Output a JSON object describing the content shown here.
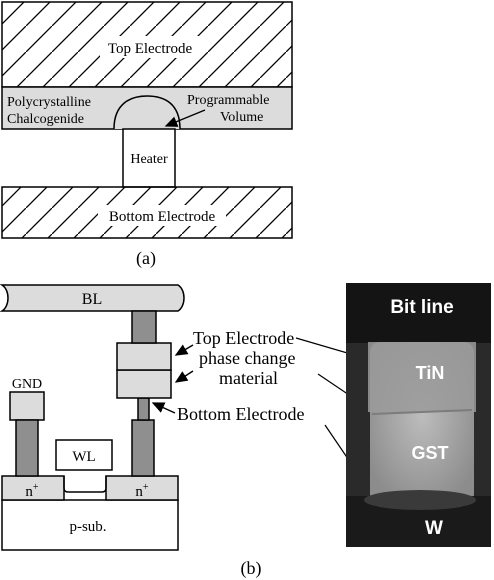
{
  "figure_a": {
    "top_electrode": "Top Electrode",
    "polycrystalline_line1": "Polycrystalline",
    "polycrystalline_line2": "Chalcogenide",
    "programmable_line1": "Programmable",
    "programmable_line2": "Volume",
    "heater": "Heater",
    "bottom_electrode": "Bottom Electrode",
    "caption": "(a)"
  },
  "figure_b": {
    "bl": "BL",
    "gnd": "GND",
    "wl": "WL",
    "n_plus_base": "n",
    "n_plus_sup": "+",
    "p_sub": "p-sub.",
    "top_electrode": "Top Electrode",
    "phase_change_line1": "phase change",
    "phase_change_line2": "material",
    "bottom_electrode": "Bottom Electrode",
    "tem_bit_line": "Bit line",
    "tem_tin": "TiN",
    "tem_gst": "GST",
    "tem_w": "W",
    "caption": "(b)"
  },
  "colors": {
    "fill_light_gray": "#dcdcdc",
    "fill_dark_gray": "#8f8f8f",
    "stroke": "#000000",
    "tem_dark": "#2a2a2a",
    "tem_light": "#a9a9a9"
  }
}
